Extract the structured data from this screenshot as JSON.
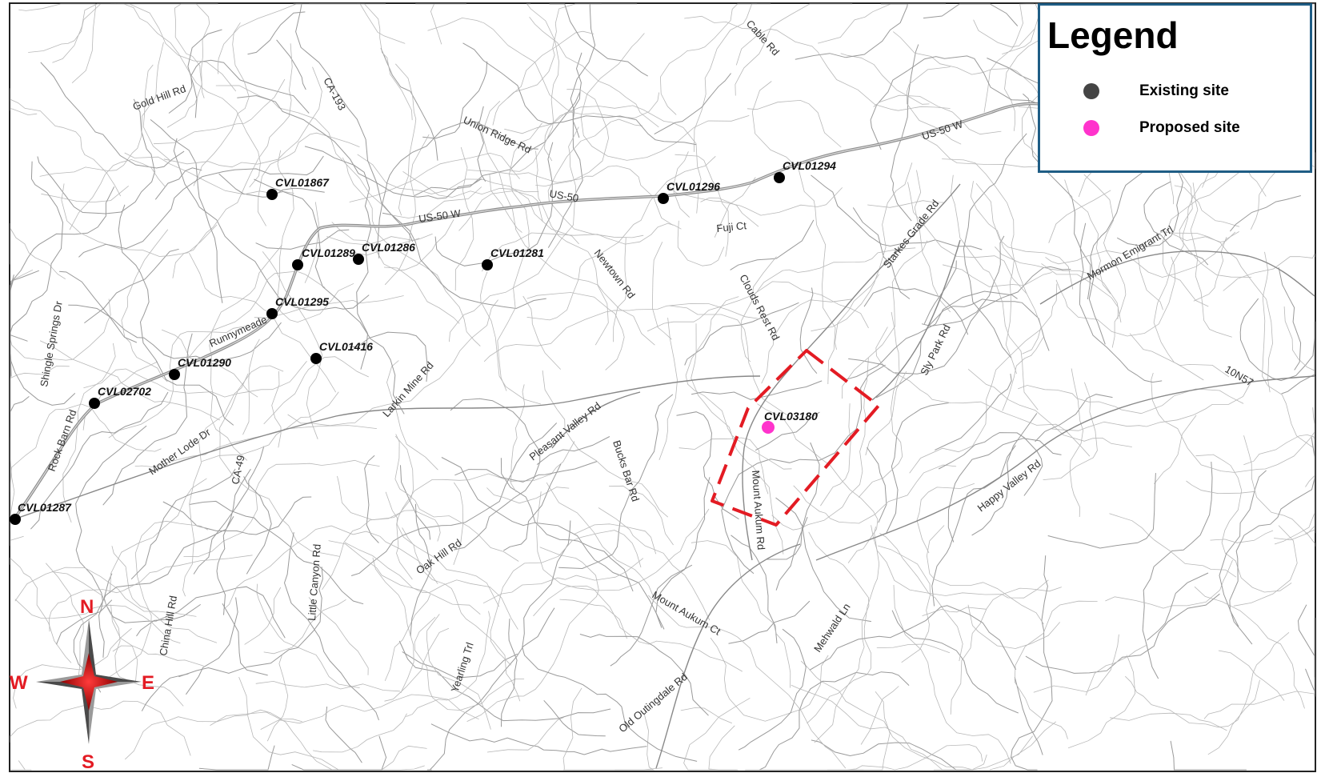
{
  "map": {
    "colors": {
      "existing_site": "#000000",
      "proposed_site": "#ff33cc",
      "boundary": "#e31b23",
      "legend_border": "#1f5d85",
      "compass": "#e31b23"
    },
    "legend": {
      "title": "Legend",
      "items": [
        {
          "label": "Existing site",
          "icon": "dark-grey-dot-icon",
          "color": "#444444"
        },
        {
          "label": "Proposed  site",
          "icon": "magenta-dot-icon",
          "color": "#ff33cc"
        }
      ]
    },
    "compass": {
      "n": "N",
      "s": "S",
      "e": "E",
      "w": "W"
    },
    "sites": [
      {
        "id": "CVL01867",
        "type": "existing"
      },
      {
        "id": "CVL01289",
        "type": "existing"
      },
      {
        "id": "CVL01286",
        "type": "existing"
      },
      {
        "id": "CVL01281",
        "type": "existing"
      },
      {
        "id": "CVL01296",
        "type": "existing"
      },
      {
        "id": "CVL01294",
        "type": "existing"
      },
      {
        "id": "CVL01295",
        "type": "existing"
      },
      {
        "id": "CVL01416",
        "type": "existing"
      },
      {
        "id": "CVL01290",
        "type": "existing"
      },
      {
        "id": "CVL02702",
        "type": "existing"
      },
      {
        "id": "CVL01287",
        "type": "existing"
      },
      {
        "id": "CVL03180",
        "type": "proposed"
      }
    ],
    "roads": [
      "Gold Hill Rd",
      "CA-193",
      "Union Ridge Rd",
      "Cable Rd",
      "US-50 W",
      "US-50",
      "US-50 W",
      "Fuji Ct",
      "Newtown Rd",
      "Clouds Rest Rd",
      "Starkes Grade Rd",
      "Mormon Emigrant Trl",
      "Shingle Springs Dr",
      "Runnymeade",
      "Larkin Mine Rd",
      "Pleasant Valley Rd",
      "Bucks Bar Rd",
      "Sly Park Rd",
      "10N57",
      "Rock Barn Rd",
      "Mother Lode Dr",
      "CA-49",
      "Mount Aukum Rd",
      "Happy Valley Rd",
      "Oak Hill Rd",
      "Little Canyon Rd",
      "China Hill Rd",
      "Mount Aukum Ct",
      "Mehwald Ln",
      "Yearling Trl",
      "Old Outingdale Rd"
    ]
  }
}
